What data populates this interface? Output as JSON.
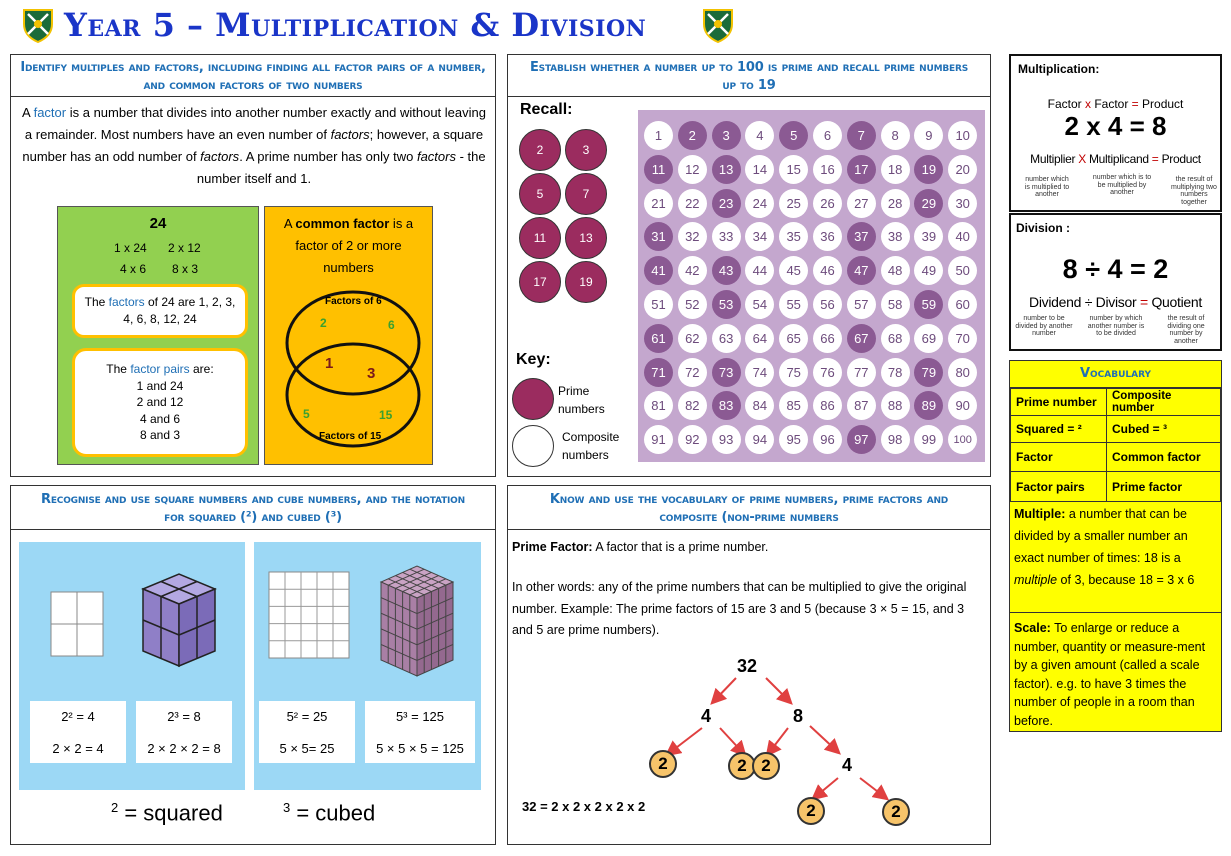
{
  "header": {
    "title": "Year 5 – Multiplication & Division"
  },
  "factors_panel": {
    "title": "Identify multiples and factors, including finding all factor pairs of a number, and common factors of two numbers",
    "p1": "A ",
    "factor_word": "factor",
    "p2": " is a number that divides into another number exactly and without leaving a remainder. Most numbers have an even number of ",
    "factors_word1": "factors",
    "p3": "; however, a square number has an odd number of ",
    "factors_word2": "factors",
    "p4": ". A prime number has only two ",
    "factors_word3": "factors",
    "p5": " - the number itself and 1.",
    "green": {
      "number": "24",
      "pairs_line1a": "1 x 24",
      "pairs_line1b": "2 x 12",
      "pairs_line2a": "4 x 6",
      "pairs_line2b": "8 x 3",
      "box1_pre": "The ",
      "box1_word": "factors",
      "box1_post": " of 24 are 1, 2, 3, 4, 6, 8, 12, 24",
      "box2_pre": "The ",
      "box2_word": "factor pairs",
      "box2_post": " are:",
      "box2_lines": [
        "1 and 24",
        "2 and 12",
        "4 and 6",
        "8 and 3"
      ]
    },
    "orange": {
      "text_pre": "A ",
      "text_bold": "common factor",
      "text_post": " is a factor of 2 or more numbers",
      "label_top": "Factors of 6",
      "label_bottom": "Factors of 15",
      "venn_left": [
        "2",
        "6"
      ],
      "venn_mid": [
        "1",
        "3"
      ],
      "venn_right": [
        "5",
        "15"
      ]
    }
  },
  "prime_panel": {
    "title": "Establish whether a number up to 100 is prime and recall prime numbers up to 19",
    "recall_label": "Recall:",
    "recall_numbers": [
      "2",
      "3",
      "5",
      "7",
      "11",
      "13",
      "17",
      "19"
    ],
    "key_label": "Key:",
    "key_prime": "Prime numbers",
    "key_composite": "Composite numbers",
    "primes": [
      2,
      3,
      5,
      7,
      11,
      13,
      17,
      19,
      23,
      29,
      31,
      37,
      41,
      43,
      47,
      53,
      59,
      61,
      67,
      71,
      73,
      79,
      83,
      89,
      97
    ]
  },
  "mult_panel": {
    "heading": "Multiplication:",
    "line1": [
      "Factor",
      "x",
      "Factor",
      "=",
      "Product"
    ],
    "big": "2 x 4 = 8",
    "line2": [
      "Multiplier",
      "X",
      "Multiplicand",
      "=",
      "Product"
    ],
    "desc": [
      "number which is multiplied to another",
      "number which is to be multiplied by another",
      "the result of multiplying two numbers together"
    ]
  },
  "div_panel": {
    "heading": "Division :",
    "big": "8 ÷ 4 = 2",
    "line": [
      "Dividend",
      "÷",
      "Divisor",
      "=",
      "Quotient"
    ],
    "desc": [
      "number to be divided by another number",
      "number by which another number is to be divided",
      "the result of dividing one number by another"
    ]
  },
  "vocab": {
    "title": "Vocabulary",
    "rows": [
      [
        "Prime number",
        "Composite number"
      ],
      [
        "Squared = ²",
        "Cubed = ³"
      ],
      [
        "Factor",
        "Common factor"
      ],
      [
        "Factor pairs",
        "Prime factor"
      ]
    ],
    "multiple_bold": "Multiple:",
    "multiple_pre": " a number that can be divided by a smaller number an exact number of times: 18 is a ",
    "multiple_ital": "multiple",
    "multiple_post": " of 3, because 18 = 3 x 6",
    "scale_bold": "Scale:",
    "scale_text": " To enlarge or reduce a number, quantity or measure-ment by a given amount (called a scale factor). e.g. to have 3 times the number of people in a room than before."
  },
  "square_panel": {
    "title": "Recognise and use square numbers and cube numbers, and the notation for squared (²) and cubed (³)",
    "cards": [
      {
        "l1": "2² = 4",
        "l2": "2 × 2 = 4"
      },
      {
        "l1": "2³ = 8",
        "l2": "2 × 2 × 2 = 8"
      },
      {
        "l1": "5² = 25",
        "l2": "5 × 5= 25"
      },
      {
        "l1": "5³ = 125",
        "l2": "5 × 5 × 5 = 125"
      }
    ],
    "sq_sup": "2",
    "sq_text": " = squared",
    "cu_sup": "3",
    "cu_text": " = cubed"
  },
  "vocab_panel": {
    "title": "Know and use the vocabulary of prime numbers, prime factors and composite (non-prime numbers",
    "pf_bold": "Prime Factor:",
    "pf_text": "  A factor that is a prime number.",
    "p2": "In other words: any of the prime numbers that can be multiplied to give the original number. Example: The prime factors of 15 are 3 and 5 (because 3 × 5 = 15, and 3 and 5 are prime numbers).",
    "tree": {
      "root": "32",
      "n4": "4",
      "n8": "8",
      "n4b": "4",
      "leaf": "2"
    },
    "equation": "32 = 2 x 2 x 2 x 2 x 2"
  },
  "colors": {
    "title_blue": "#1f6fb5",
    "prime": "#8b5a93",
    "recall": "#9b2c5f",
    "green": "#92d050",
    "orange": "#ffc000",
    "yellow": "#ffff00",
    "sky": "#9cd8f5",
    "cube": "#8f7fc7"
  }
}
